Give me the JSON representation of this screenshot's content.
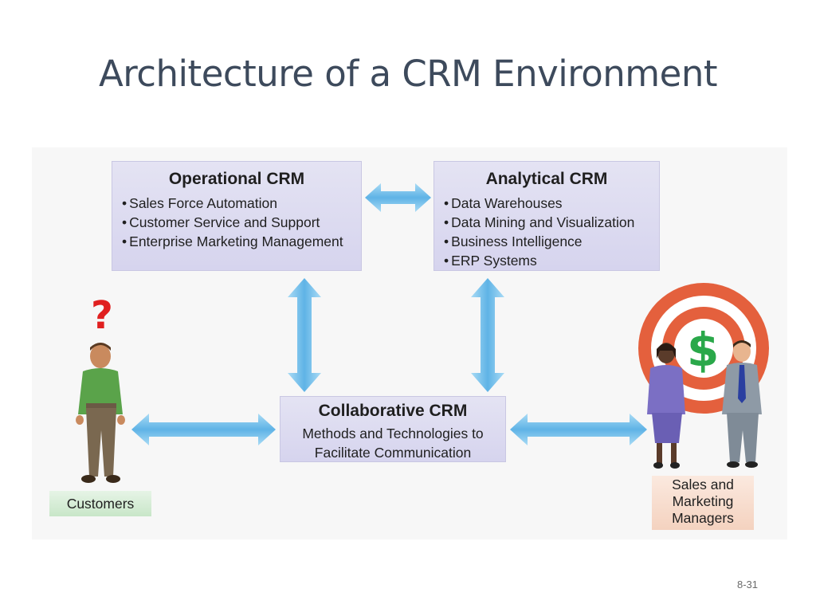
{
  "title": "Architecture of a CRM Environment",
  "operational": {
    "title": "Operational CRM",
    "items": [
      "Sales Force Automation",
      "Customer Service and Support",
      "Enterprise Marketing Management"
    ]
  },
  "analytical": {
    "title": "Analytical CRM",
    "items": [
      "Data Warehouses",
      "Data Mining and Visualization",
      "Business Intelligence",
      "ERP Systems"
    ]
  },
  "collaborative": {
    "title": "Collaborative CRM",
    "desc_line1": "Methods and Technologies to",
    "desc_line2": "Facilitate Communication"
  },
  "customers_label": "Customers",
  "managers_label_line1": "Sales and",
  "managers_label_line2": "Marketing",
  "managers_label_line3": "Managers",
  "question_mark": "?",
  "dollar_sign": "$",
  "page_number": "8-31",
  "colors": {
    "title": "#3d4a5c",
    "box_fill": "#dcdaf0",
    "arrow": "#7cc1ea",
    "target_ring": "#e4603d",
    "dollar": "#2aa84a",
    "customer_label_bg": "#d4ecd4",
    "manager_label_bg": "#f7dccd"
  }
}
